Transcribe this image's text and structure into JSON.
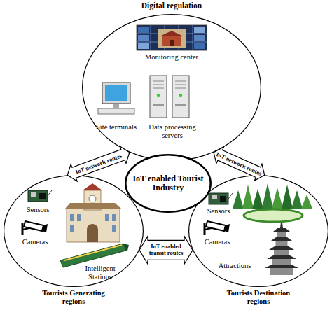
{
  "diagram": {
    "nodes": [
      {
        "text": [
          "Digital regulation"
        ]
      },
      {
        "text": [
          "IoT enabled Tourist Industry"
        ]
      },
      {
        "text": [
          "Tourists Generating regions"
        ]
      },
      {
        "text": [
          "Tourists Destination regions"
        ]
      }
    ],
    "edges": [
      {
        "from": 0,
        "to": 2,
        "arrow": "both",
        "label": "IoT network routes"
      },
      {
        "from": 0,
        "to": 3,
        "arrow": "both",
        "label": "IoT network routes"
      },
      {
        "from": 2,
        "to": 3,
        "arrow": "both",
        "label": "IoT enabled transit routes"
      }
    ],
    "labels": [
      "Monitoring center",
      "Site terminals",
      "Data processing servers",
      "Sensors",
      "Cameras",
      "Intelligent Stations",
      "Sensors",
      "Cameras",
      "Attractions"
    ]
  }
}
